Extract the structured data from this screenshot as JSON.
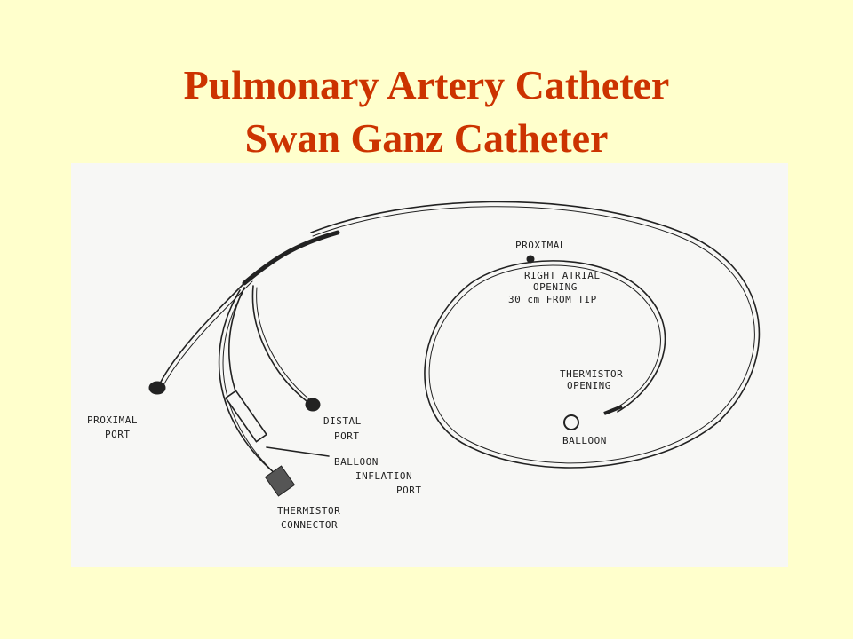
{
  "title": {
    "line1": "Pulmonary Artery Catheter",
    "line2": "Swan Ganz Catheter"
  },
  "labels": {
    "proximal_port_1": "PROXIMAL",
    "proximal_port_2": "PORT",
    "distal_port_1": "DISTAL",
    "distal_port_2": "PORT",
    "balloon_port_1": "BALLOON",
    "balloon_port_2": "INFLATION",
    "balloon_port_3": "PORT",
    "thermistor_connector_1": "THERMISTOR",
    "thermistor_connector_2": "CONNECTOR",
    "proximal": "PROXIMAL",
    "ra_opening_1": "RIGHT ATRIAL",
    "ra_opening_2": "OPENING",
    "ra_opening_3": "30 cm FROM TIP",
    "thermistor_opening_1": "THERMISTOR",
    "thermistor_opening_2": "OPENING",
    "balloon": "BALLOON"
  },
  "colors": {
    "background": "#FFFFCC",
    "title": "#CC3300",
    "panel": "#F7F7F5",
    "ink": "#222222"
  }
}
